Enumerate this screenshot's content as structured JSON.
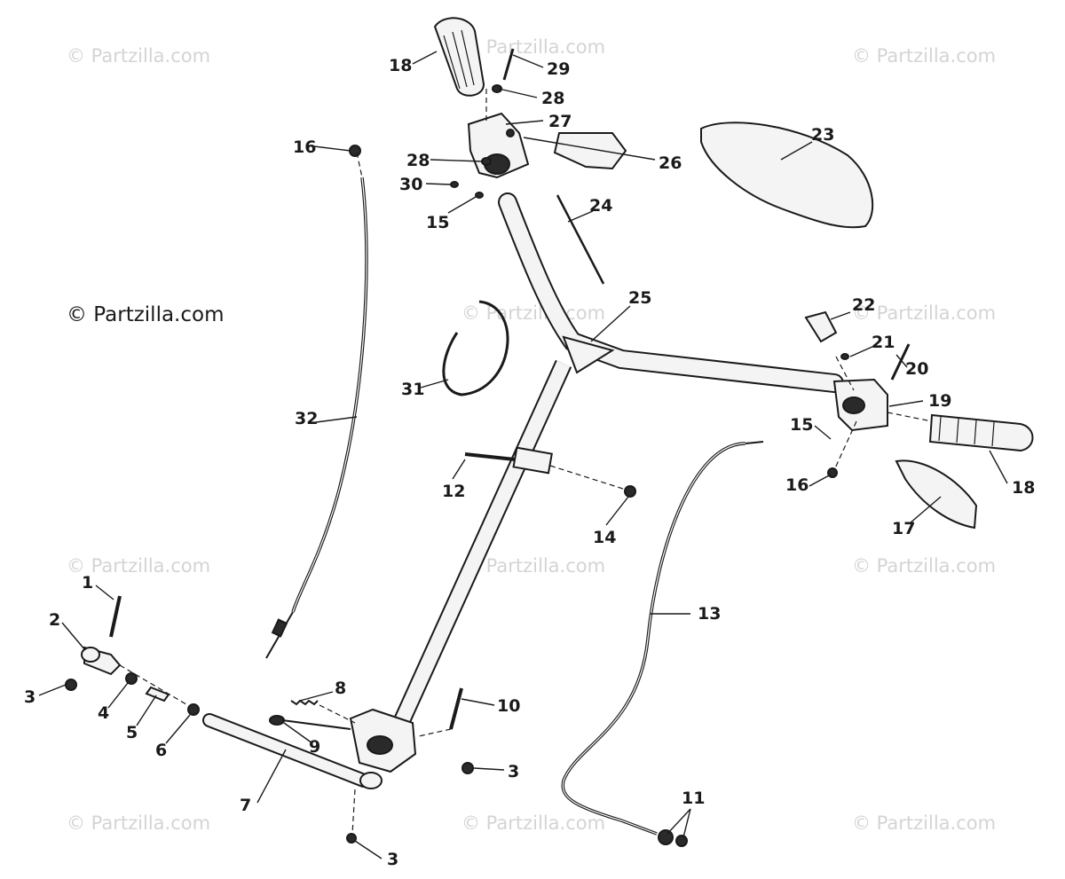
{
  "watermarks": {
    "main": "© Partzilla.com",
    "faint": "© Partzilla.com"
  },
  "callouts": {
    "c1": "1",
    "c2": "2",
    "c3a": "3",
    "c3b": "3",
    "c3c": "3",
    "c4": "4",
    "c5": "5",
    "c6": "6",
    "c7": "7",
    "c8": "8",
    "c9": "9",
    "c10": "10",
    "c11": "11",
    "c12": "12",
    "c13": "13",
    "c14": "14",
    "c15a": "15",
    "c15b": "15",
    "c16a": "16",
    "c16b": "16",
    "c17": "17",
    "c18a": "18",
    "c18b": "18",
    "c19": "19",
    "c20": "20",
    "c21": "21",
    "c22": "22",
    "c23": "23",
    "c24": "24",
    "c25": "25",
    "c26": "26",
    "c27": "27",
    "c28a": "28",
    "c28b": "28",
    "c29": "29",
    "c30": "30",
    "c31": "31",
    "c32": "32"
  }
}
